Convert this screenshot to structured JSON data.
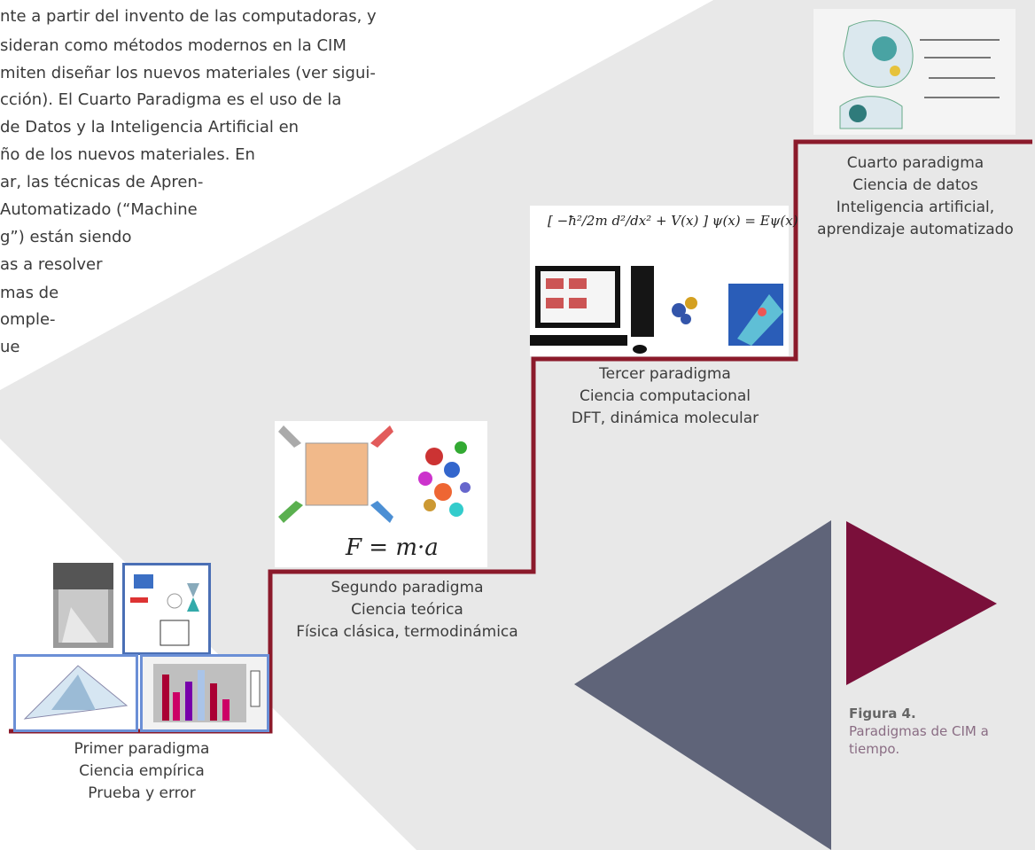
{
  "body_text": [
    "nte a partir del invento de las computadoras, y",
    "sideran como métodos modernos en la CIM",
    "miten diseñar los nuevos materiales (ver sigui-",
    "cción). El Cuarto Paradigma es el uso de la",
    "de Datos y la Inteligencia Artificial en",
    "ño de los nuevos materiales. En",
    "ar, las técnicas de Apren-",
    "Automatizado (“Machine",
    "g”)    están    siendo",
    "as   a   resolver",
    "mas        de",
    "omple-",
    "ue"
  ],
  "paradigms": [
    {
      "name": "Primer paradigma",
      "line2": "Ciencia empírica",
      "line3": "Prueba y error"
    },
    {
      "name": "Segundo paradigma",
      "line2": "Ciencia teórica",
      "line3": "Física clásica, termodinámica"
    },
    {
      "name": "Tercer paradigma",
      "line2": "Ciencia computacional",
      "line3": "DFT, dinámica molecular"
    },
    {
      "name": "Cuarto paradigma",
      "line2": "Ciencia de datos",
      "line3": "Inteligencia artificial,",
      "line4": "aprendizaje automatizado"
    }
  ],
  "equations": {
    "newton": "F = m·a",
    "schrodinger": "[ −ħ²/2m d²/dx² + V(x) ] ψ(x) = Eψ(x)"
  },
  "figure": {
    "number": "Figura 4.",
    "caption_line1": "Paradigmas de CIM a",
    "caption_line2": "tiempo."
  },
  "colors": {
    "stair_line": "#8b1a2b",
    "background_gray": "#e8e8e8",
    "slate_triangle": "#5f6479",
    "maroon_triangle": "#7a0f3a",
    "caption_accent": "#8a6d84"
  },
  "icons": [
    "experiment-photos",
    "chart-illustrations",
    "thermo-diagram",
    "molecule-cloud",
    "computer-workstation",
    "ai-head-illustration"
  ]
}
